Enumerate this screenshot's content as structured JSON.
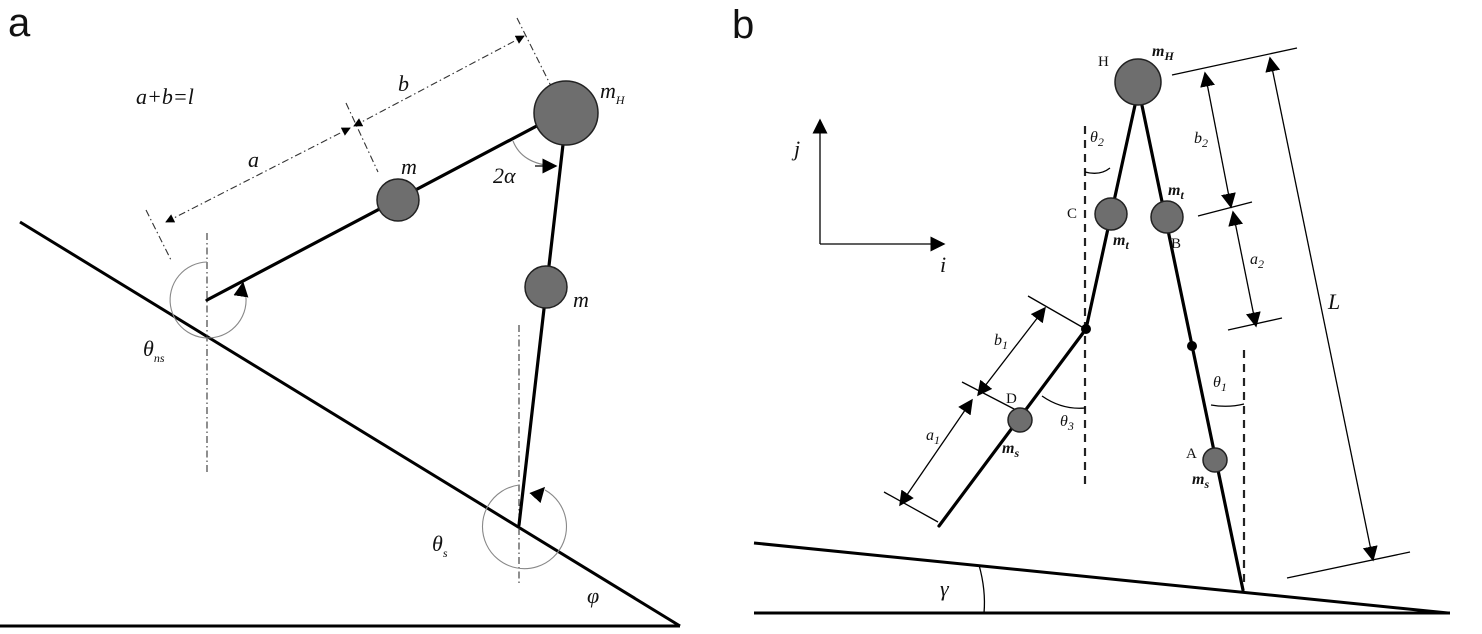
{
  "panel_a": {
    "letter": "a",
    "constraint": "a+b=l",
    "seg_a": "a",
    "seg_b": "b",
    "hip_mass": "m",
    "hip_mass_sub": "H",
    "leg_mass_upper": "m",
    "leg_mass_lower": "m",
    "hip_angle": "2α",
    "theta_ns": "θ",
    "theta_ns_sub": "ns",
    "theta_s": "θ",
    "theta_s_sub": "s",
    "slope_angle": "φ"
  },
  "panel_b": {
    "letter": "b",
    "hip_point": "H",
    "hip_mass": "m",
    "hip_mass_sub": "H",
    "axis_j": "j",
    "axis_i": "i",
    "theta2": "θ",
    "theta2_sub": "2",
    "point_c": "C",
    "thigh_mass_left": "m",
    "thigh_mass_left_sub": "t",
    "thigh_mass_right": "m",
    "thigh_mass_right_sub": "t",
    "point_b": "B",
    "b2": "b",
    "b2_sub": "2",
    "a2": "a",
    "a2_sub": "2",
    "leg_length": "L",
    "b1": "b",
    "b1_sub": "1",
    "point_d": "D",
    "theta3": "θ",
    "theta3_sub": "3",
    "a1": "a",
    "a1_sub": "1",
    "shank_mass_left": "m",
    "shank_mass_left_sub": "s",
    "theta1": "θ",
    "theta1_sub": "1",
    "point_a": "A",
    "shank_mass_right": "m",
    "shank_mass_right_sub": "s",
    "slope_angle": "γ"
  }
}
